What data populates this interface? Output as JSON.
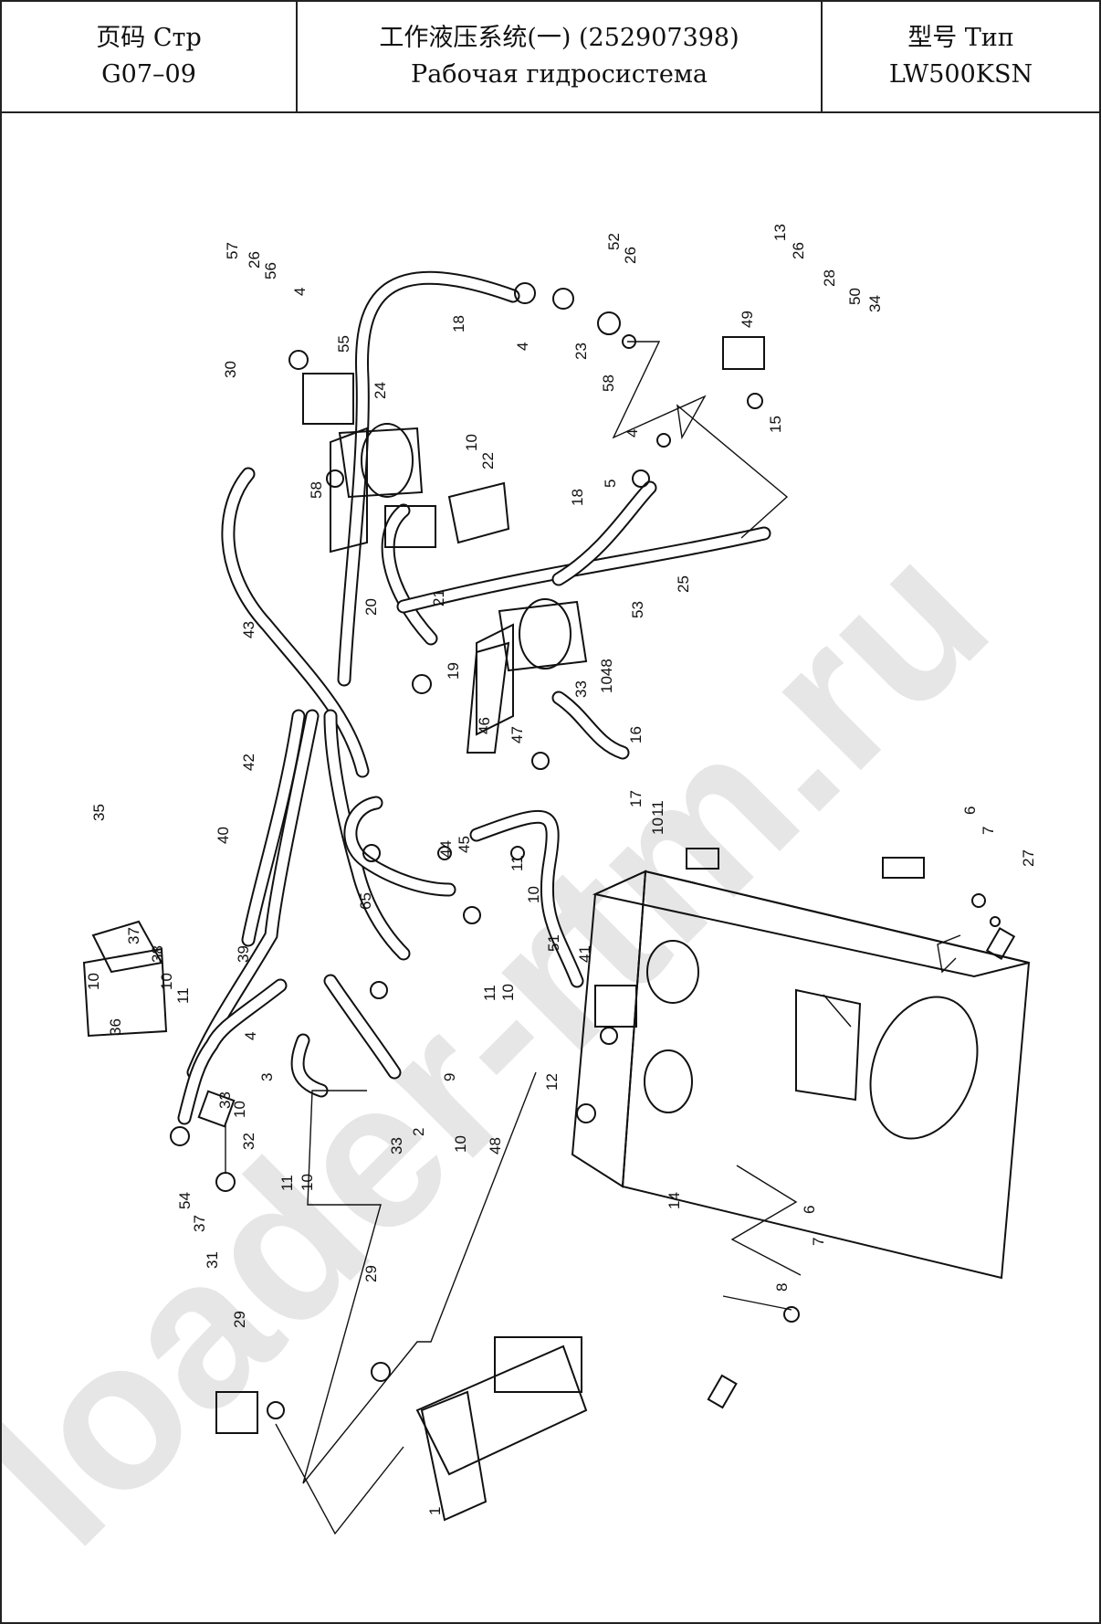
{
  "header": {
    "page_label": "页码 Стр",
    "page_number": "G07–09",
    "title_cn": "工作液压系统(一) (252907398)",
    "title_ru": "Рабочая гидросистема",
    "model_label": "型号 Тип",
    "model_value": "LW500KSN"
  },
  "watermark": {
    "text": "loader-rtm.ru",
    "color": "#e6e6e6"
  },
  "callouts": [
    "57",
    "26",
    "56",
    "4",
    "30",
    "55",
    "58",
    "24",
    "18",
    "20",
    "10",
    "22",
    "52",
    "26",
    "4",
    "23",
    "58",
    "13",
    "26",
    "28",
    "49",
    "50",
    "34",
    "15",
    "4",
    "18",
    "5",
    "25",
    "21",
    "53",
    "43",
    "19",
    "1048",
    "33",
    "16",
    "46",
    "47",
    "42",
    "17",
    "35",
    "40",
    "44",
    "45",
    "11",
    "10",
    "11",
    "10",
    "6",
    "7",
    "27",
    "37",
    "10",
    "38",
    "39",
    "65",
    "10",
    "11",
    "51",
    "41",
    "36",
    "11",
    "10",
    "9",
    "12",
    "4",
    "3",
    "33",
    "10",
    "32",
    "11",
    "10",
    "33",
    "2",
    "10",
    "48",
    "14",
    "54",
    "37",
    "31",
    "29",
    "29",
    "6",
    "7",
    "8",
    "1"
  ]
}
